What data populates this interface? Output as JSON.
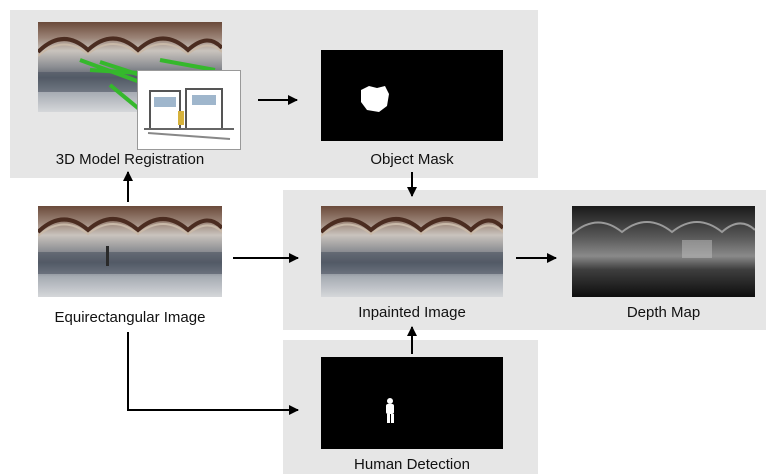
{
  "labels": {
    "registration": "3D Model Registration",
    "object_mask": "Object Mask",
    "equirectangular": "Equirectangular Image",
    "inpainted": "Inpainted Image",
    "depth_map": "Depth Map",
    "human_detection": "Human Detection"
  },
  "colors": {
    "panel": "#e6e6e6",
    "arrow": "#000000",
    "registration_lines": "#35b82c"
  },
  "icons": [
    "arrow-right",
    "arrow-up",
    "arrow-down"
  ]
}
